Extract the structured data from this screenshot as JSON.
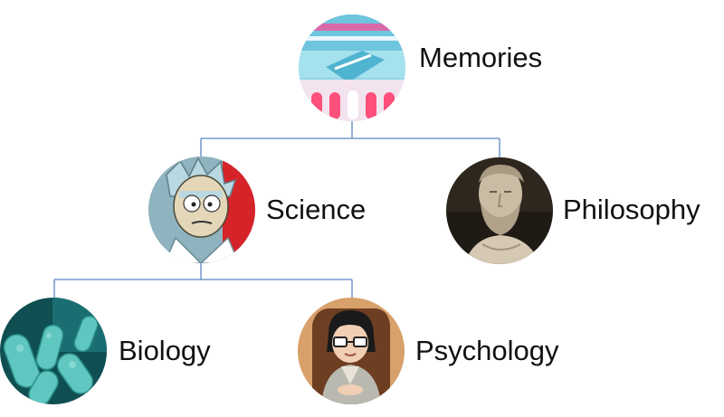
{
  "nodes": {
    "root": {
      "label": "Memories",
      "image": "memory-lab-illustration"
    },
    "science": {
      "label": "Science",
      "image": "cartoon-scientist-portrait"
    },
    "philosophy": {
      "label": "Philosophy",
      "image": "philosopher-bust-photo"
    },
    "biology": {
      "label": "Biology",
      "image": "bacteria-micrograph"
    },
    "psychology": {
      "label": "Psychology",
      "image": "cartoon-therapist-portrait"
    }
  },
  "colors": {
    "connector": "#4f81bd",
    "text": "#111111"
  }
}
